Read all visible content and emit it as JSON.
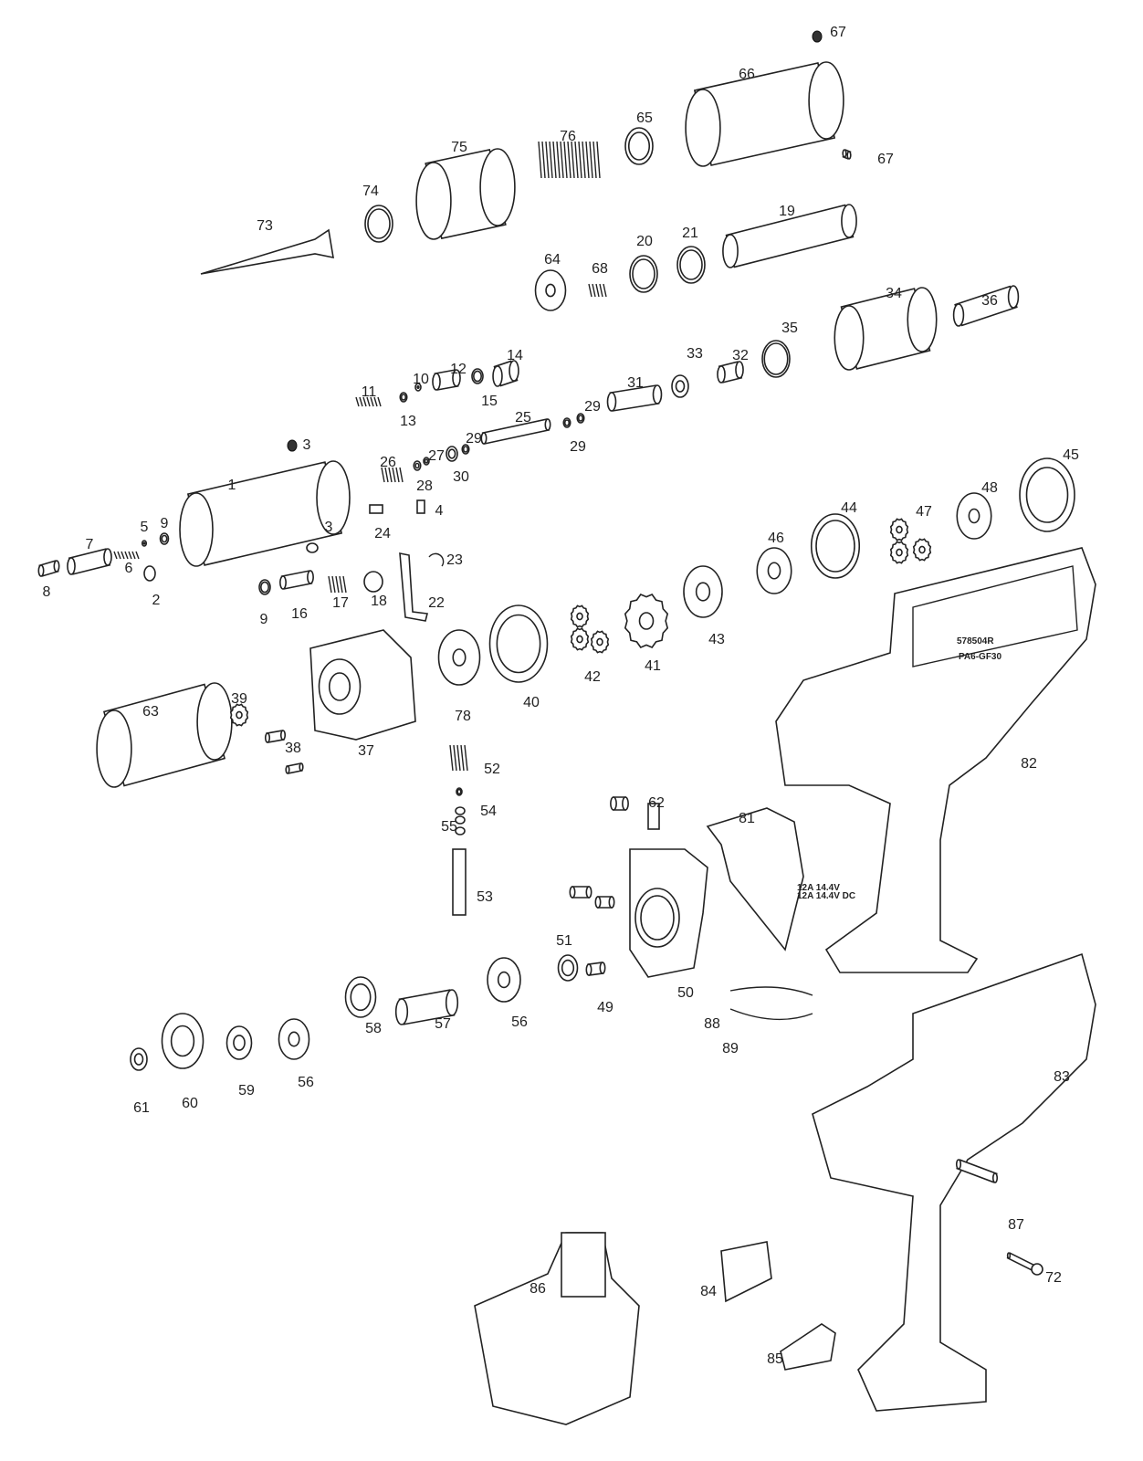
{
  "diagram": {
    "part_labels": [
      "67",
      "66",
      "65",
      "76",
      "75",
      "67",
      "74",
      "73",
      "19",
      "21",
      "20",
      "64",
      "68",
      "34",
      "36",
      "35",
      "33",
      "32",
      "31",
      "14",
      "10",
      "12",
      "11",
      "15",
      "13",
      "25",
      "29",
      "29",
      "29",
      "3",
      "27",
      "26",
      "28",
      "30",
      "1",
      "45",
      "48",
      "47",
      "44",
      "46",
      "5",
      "9",
      "7",
      "24",
      "4",
      "3",
      "23",
      "6",
      "8",
      "2",
      "9",
      "16",
      "17",
      "18",
      "22",
      "43",
      "41",
      "42",
      "40",
      "78",
      "63",
      "39",
      "38",
      "37",
      "82",
      "52",
      "54",
      "55",
      "53",
      "62",
      "81",
      "51",
      "50",
      "49",
      "57",
      "56",
      "58",
      "56",
      "59",
      "60",
      "61",
      "88",
      "89",
      "83",
      "87",
      "72",
      "86",
      "84",
      "85"
    ],
    "housing_molded_text": [
      "578504R",
      "PA6-GF30"
    ],
    "switch_molded_text": [
      "12A 14.4V",
      "12A 14.4V DC"
    ]
  }
}
